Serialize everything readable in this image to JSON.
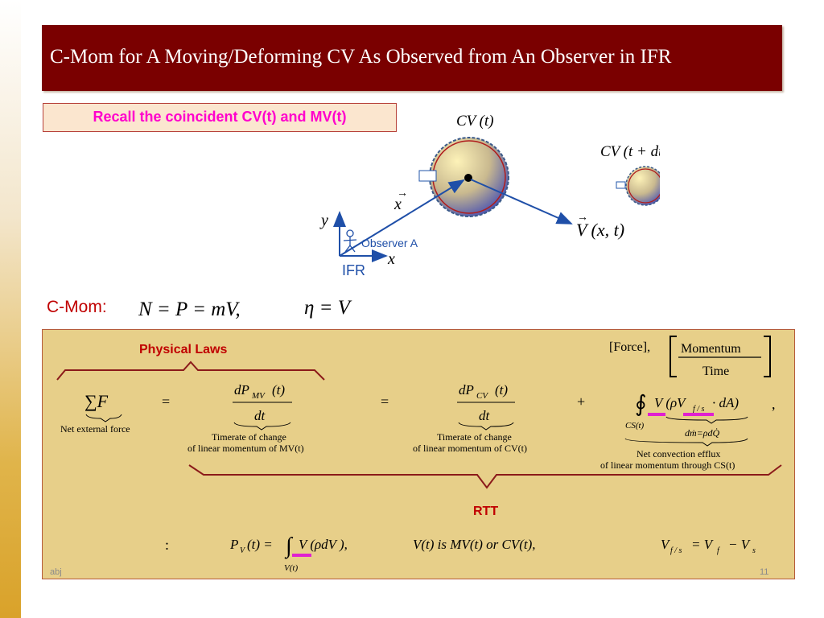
{
  "slide": {
    "title": "C-Mom for A Moving/Deforming CV As Observed from An Observer in IFR",
    "recall": "Recall the coincident CV(t) and MV(t)",
    "footer_left": "abj",
    "page_number": "11"
  },
  "diagram": {
    "cv_t": "CV (t)",
    "cv_t_dt": "CV (t + dt)",
    "x_vector": "x",
    "velocity": "V (x, t)",
    "axis_y": "y",
    "axis_x": "x",
    "observer": "Observer A",
    "frame": "IFR"
  },
  "cmom": {
    "label": "C-Mom:",
    "equation": "N = P = mV,",
    "eta": "η = V"
  },
  "panel": {
    "physical_laws": "Physical Laws",
    "force_bracket": "[Force],",
    "momentum": "Momentum",
    "time": "Time",
    "sum_f": "∑F",
    "net_external_force": "Net external force",
    "eq1": "=",
    "dpmv_num": "dP",
    "dpmv_sub": "MV",
    "dpmv_t": "(t)",
    "dt": "dt",
    "rate_line1": "Timerate of change",
    "rate_line2_mv": "of linear momentum of  MV(t)",
    "eq2": "=",
    "dpcv_num": "dP",
    "dpcv_sub": "CV",
    "dpcv_t": "(t)",
    "rate_line2_cv": "of linear momentum of  CV(t)",
    "plus": "+",
    "integrand": "V (ρV",
    "integrand_sub": "f / s",
    "integrand_end": "· dA)",
    "comma": ",",
    "cs_t": "CS(t)",
    "dm": "dṁ=ρdQ̇",
    "convection_line1": "Net convection efflux",
    "convection_line2": "of linear momentum through  CS(t)",
    "rtt": "RTT",
    "colon": ":",
    "pv_def": "P",
    "pv_sub": "V",
    "pv_rest": "(t) =",
    "pv_integral": "V (ρdV ),",
    "vt": "V(t)",
    "vt_is": "V(t)  is  MV(t)  or  CV(t),",
    "vfs": "V",
    "vfs_sub": "f / s",
    "vfs_rest": "= V",
    "vf_sub": "f",
    "vs_rest": "− V",
    "vs_sub": "s"
  }
}
